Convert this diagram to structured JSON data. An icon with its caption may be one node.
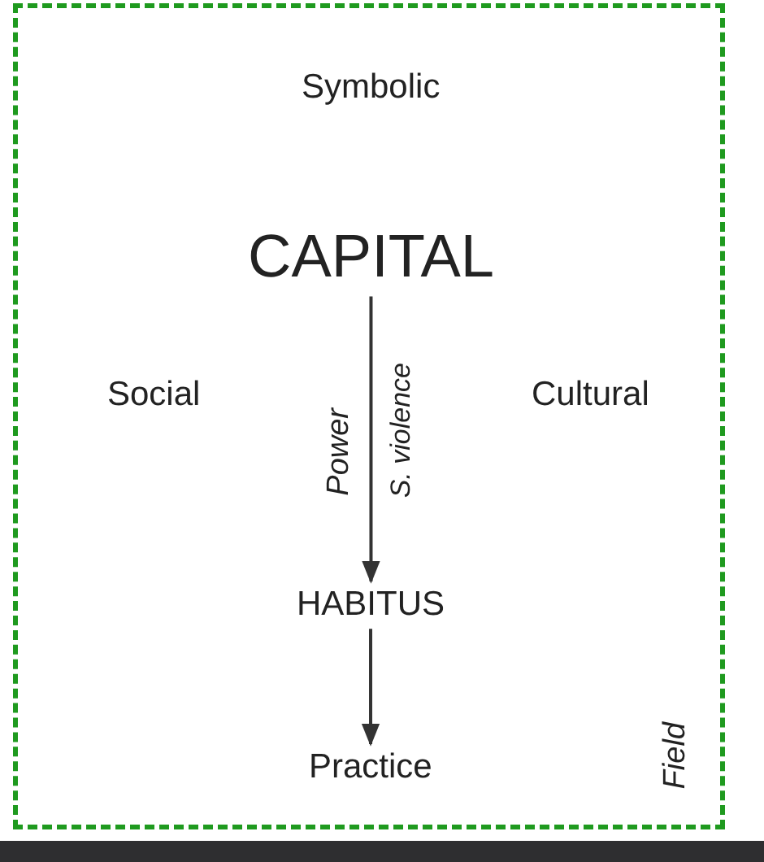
{
  "diagram": {
    "nodes": [
      {
        "text": [
          "Field"
        ]
      },
      {
        "text": [
          "Symbolic"
        ],
        "in": 0
      },
      {
        "text": [
          "CAPITAL"
        ],
        "in": 0
      },
      {
        "text": [
          "Social"
        ],
        "in": 0
      },
      {
        "text": [
          "Cultural"
        ],
        "in": 0
      },
      {
        "text": [
          "HABITUS"
        ],
        "in": 0
      },
      {
        "text": [
          "Practice"
        ],
        "in": 0
      }
    ],
    "edges": [
      {
        "from": 2,
        "to": 5,
        "arrow": "to",
        "label": "Power"
      },
      {
        "from": 5,
        "to": 6,
        "arrow": "to"
      }
    ],
    "labels": [
      "S. violence"
    ]
  }
}
